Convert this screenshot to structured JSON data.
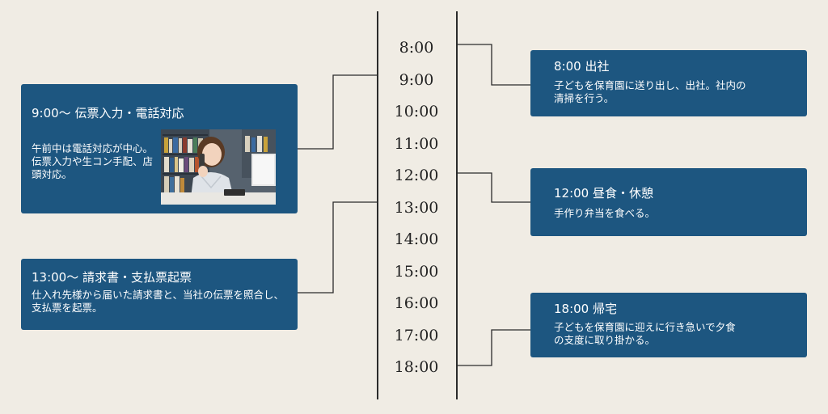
{
  "timeline": {
    "hours": [
      "8:00",
      "9:00",
      "10:00",
      "11:00",
      "12:00",
      "13:00",
      "14:00",
      "15:00",
      "16:00",
      "17:00",
      "18:00"
    ]
  },
  "left_cards": [
    {
      "title": "9:00〜 伝票入力・電話対応",
      "body": "午前中は電話対応が中心。伝票入力や生コン手配、店頭対応。"
    },
    {
      "title": "13:00〜 請求書・支払票起票",
      "body": "仕入れ先様から届いた請求書と、当社の伝票を照合し、支払票を起票。"
    }
  ],
  "right_cards": [
    {
      "title": "8:00 出社",
      "body": "子どもを保育園に送り出し、出社。社内の清掃を行う。"
    },
    {
      "title": "12:00 昼食・休憩",
      "body": "手作り弁当を食べる。"
    },
    {
      "title": "18:00 帰宅",
      "body": "子どもを保育園に迎えに行き急いで夕食の支度に取り掛かる。"
    }
  ],
  "colors": {
    "background": "#f0ece4",
    "card": "#1d5680",
    "line": "#2b2b2b"
  }
}
